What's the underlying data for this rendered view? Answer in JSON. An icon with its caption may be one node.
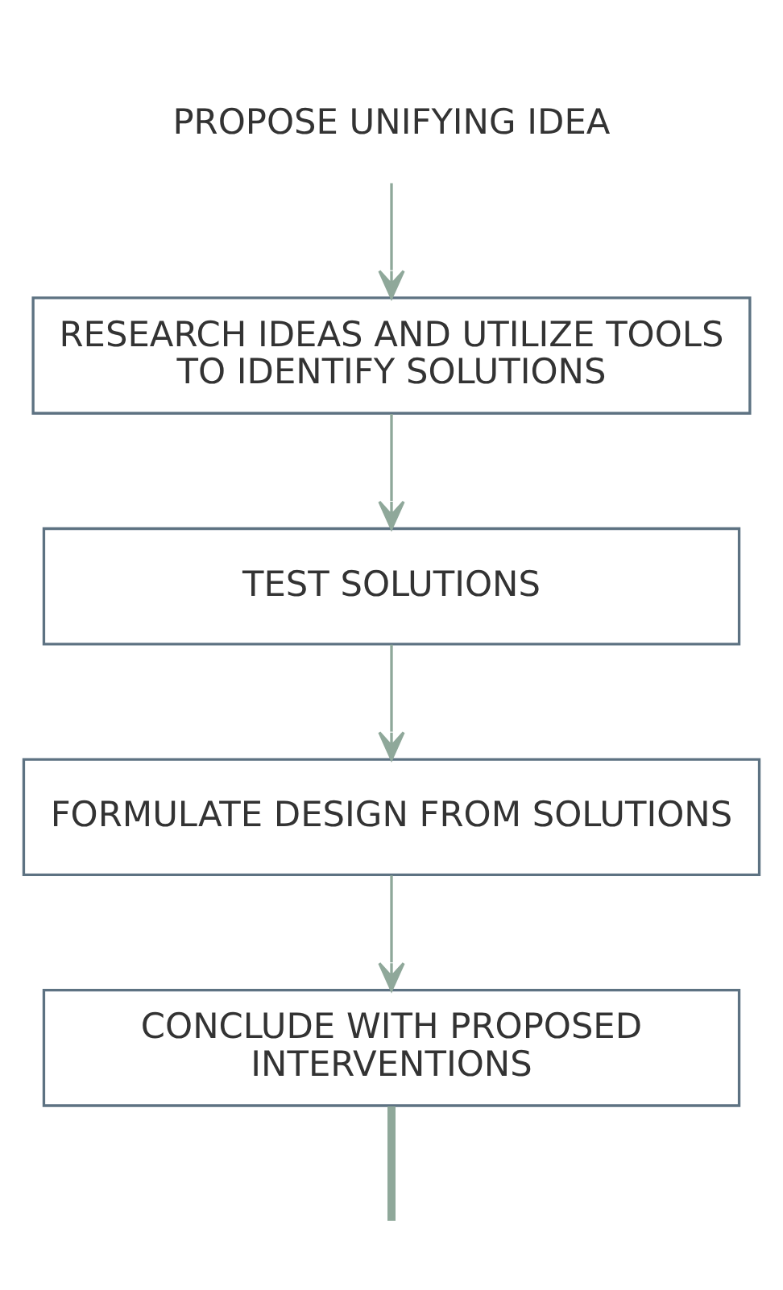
{
  "diagram": {
    "nodes": [
      {
        "text": [
          "PROPOSE UNIFYING IDEA"
        ]
      },
      {
        "text": [
          "RESEARCH IDEAS AND UTILIZE TOOLS TO IDENTIFY SOLUTIONS"
        ]
      },
      {
        "text": [
          "TEST SOLUTIONS"
        ]
      },
      {
        "text": [
          "FORMULATE DESIGN FROM SOLUTIONS"
        ]
      },
      {
        "text": [
          "CONCLUDE WITH PROPOSED INTERVENTIONS"
        ]
      }
    ],
    "edges": [
      {
        "from": 0,
        "to": 1,
        "arrow": "to"
      },
      {
        "from": 1,
        "to": 2,
        "arrow": "to"
      },
      {
        "from": 2,
        "to": 3,
        "arrow": "to"
      },
      {
        "from": 3,
        "to": 4,
        "arrow": "to"
      },
      {
        "from": 4,
        "to": null,
        "arrow": "none",
        "style": "thick"
      }
    ]
  }
}
